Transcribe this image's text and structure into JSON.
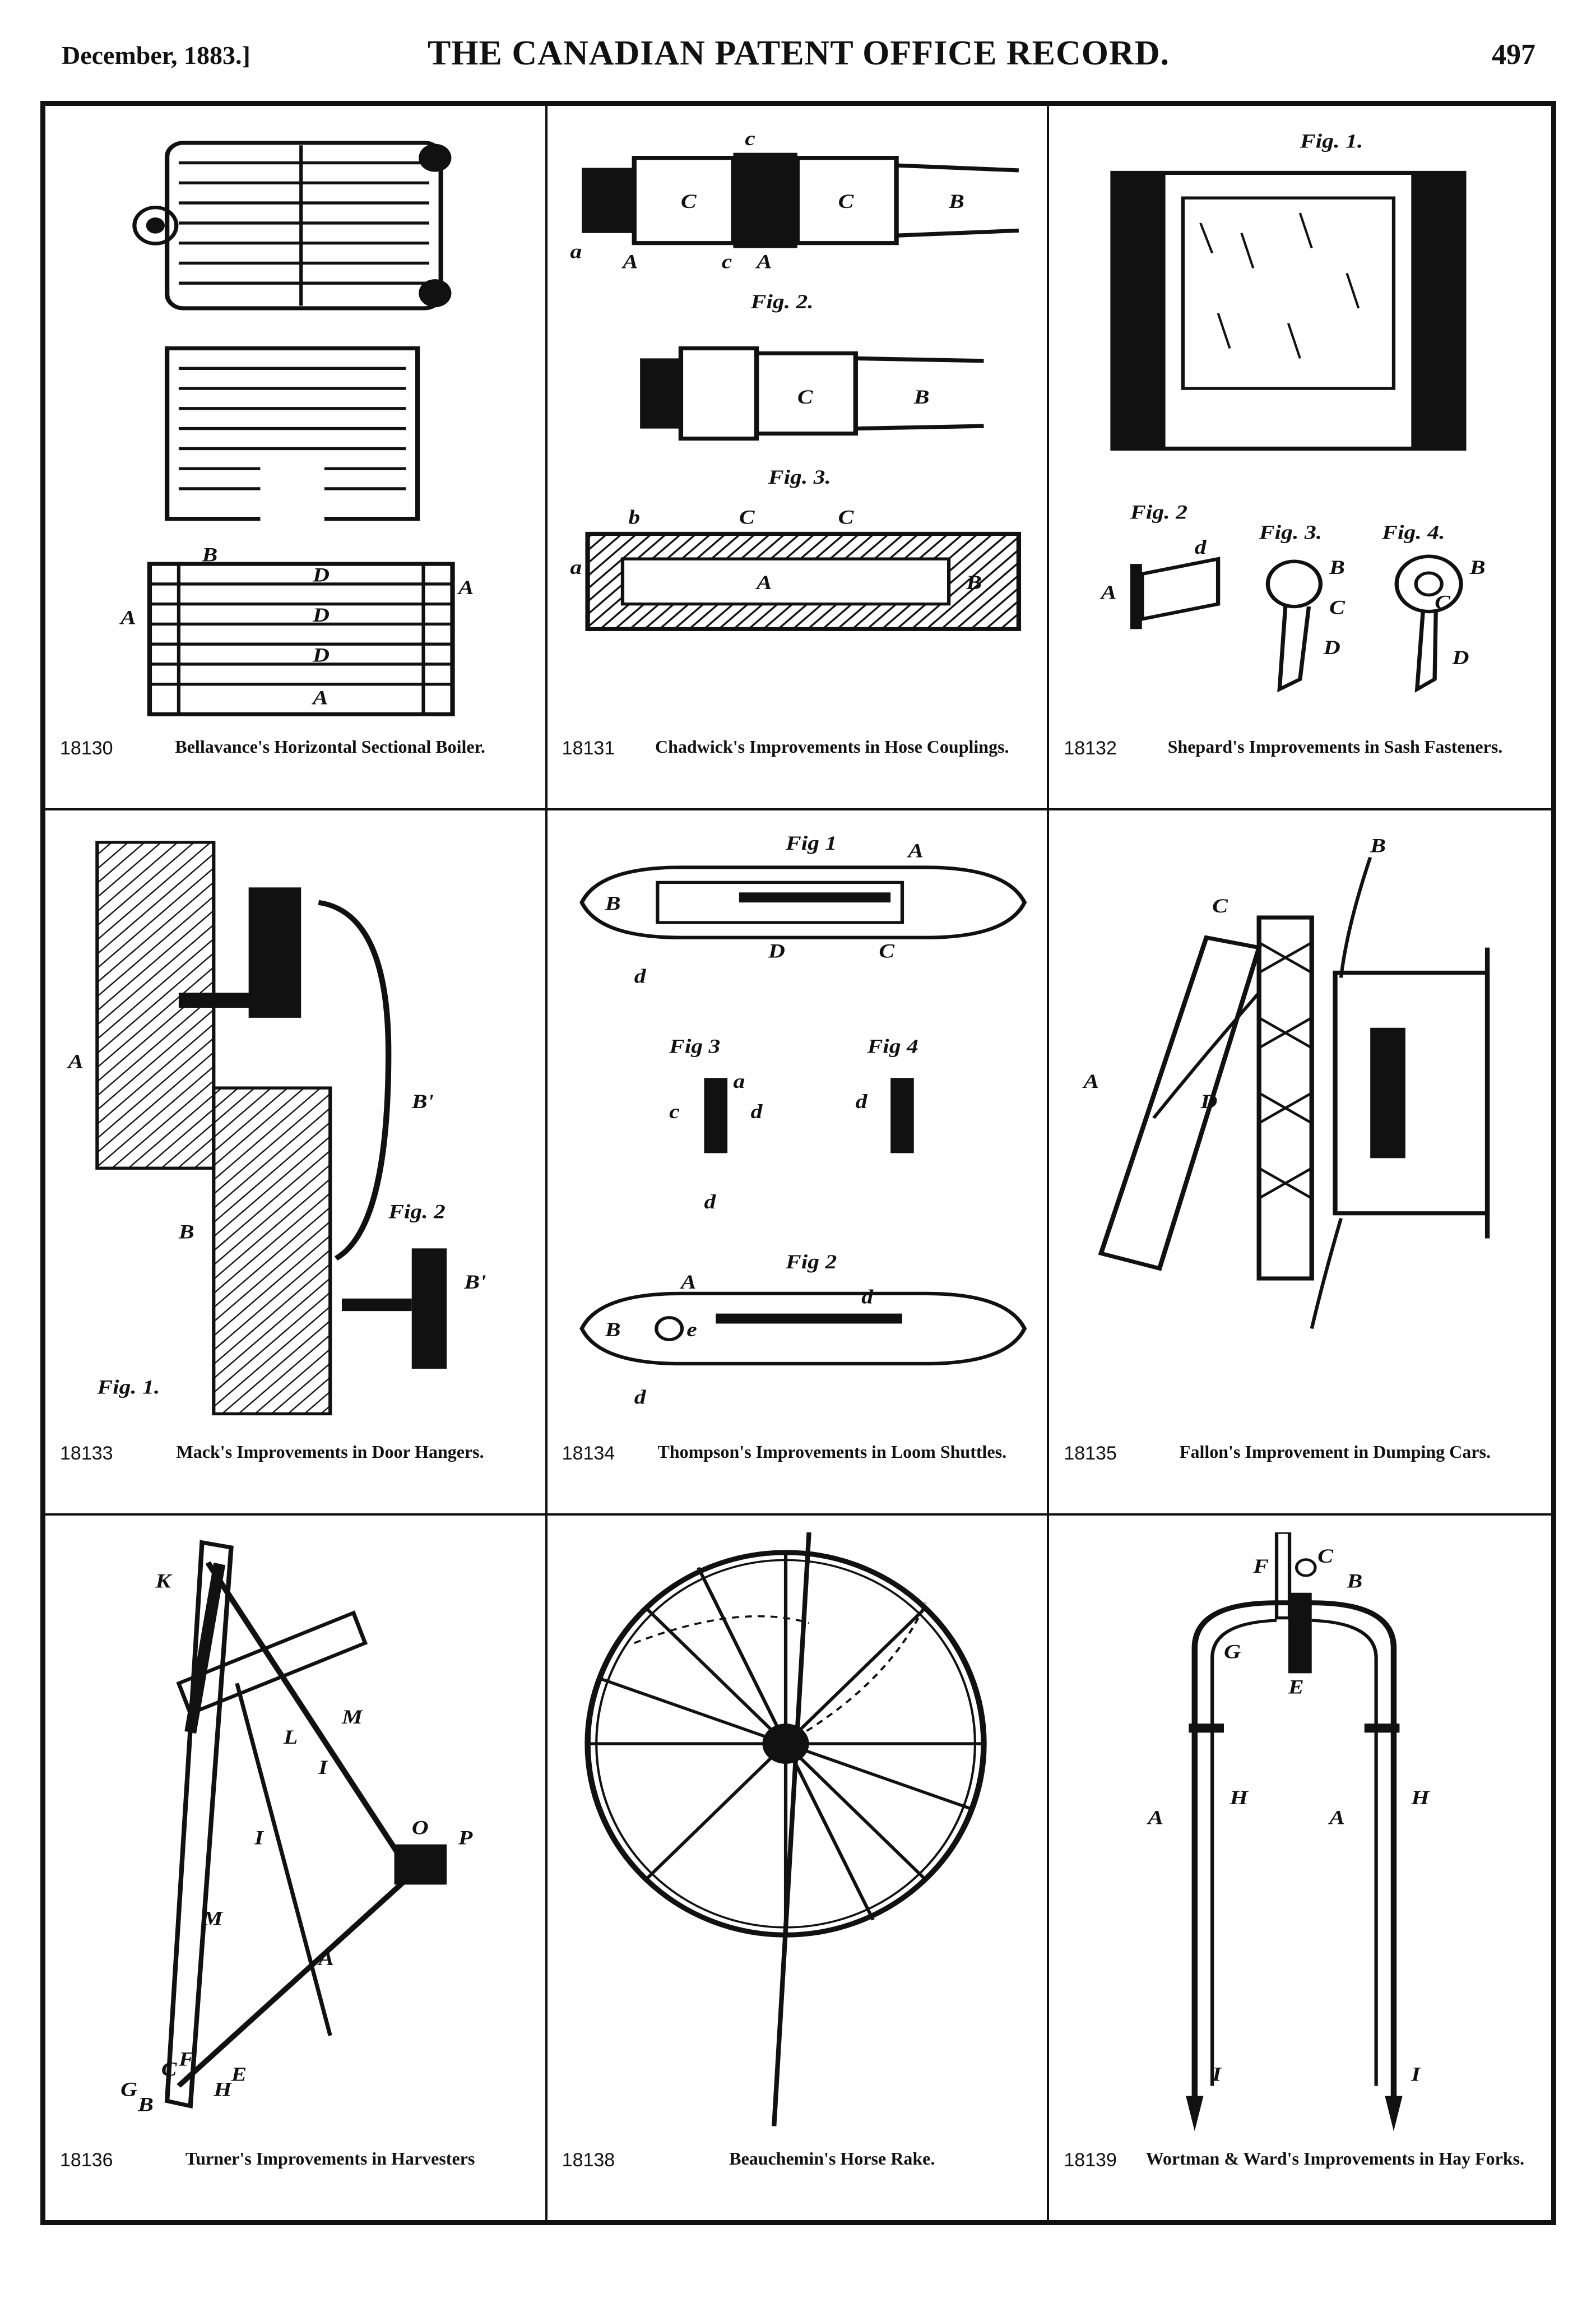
{
  "header": {
    "date": "December, 1883.]",
    "title": "THE CANADIAN PATENT OFFICE RECORD.",
    "page_number": "497"
  },
  "plates": [
    {
      "number": "18130",
      "title": "Bellavance's Horizontal Sectional Boiler.",
      "figure_labels": [
        "B",
        "D",
        "D",
        "D",
        "A",
        "A",
        "A"
      ]
    },
    {
      "number": "18131",
      "title": "Chadwick's Improvements in Hose Couplings.",
      "figure_labels": [
        "c",
        "C",
        "C",
        "B",
        "a",
        "A",
        "c",
        "A",
        "Fig. 2.",
        "C",
        "B",
        "Fig. 3.",
        "C",
        "C",
        "A",
        "B",
        "a",
        "b"
      ]
    },
    {
      "number": "18132",
      "title": "Shepard's Improvements in Sash Fasteners.",
      "figure_labels": [
        "Fig. 1.",
        "Fig. 2",
        "Fig. 3.",
        "Fig. 4.",
        "A",
        "d",
        "B",
        "C",
        "B",
        "C",
        "D",
        "D"
      ]
    },
    {
      "number": "18133",
      "title": "Mack's Improvements in Door Hangers.",
      "figure_labels": [
        "A",
        "B",
        "B'",
        "Fig. 2",
        "Fig. 1.",
        "B'"
      ]
    },
    {
      "number": "18134",
      "title": "Thompson's Improvements in Loom Shuttles.",
      "figure_labels": [
        "Fig 1",
        "B",
        "D",
        "C",
        "A",
        "d",
        "Fig 3",
        "Fig 4",
        "a",
        "d",
        "c",
        "d",
        "d",
        "Fig 2",
        "A",
        "B",
        "e",
        "d",
        "d"
      ]
    },
    {
      "number": "18135",
      "title": "Fallon's Improvement in Dumping Cars.",
      "figure_labels": [
        "B",
        "C",
        "A",
        "D"
      ]
    },
    {
      "number": "18136",
      "title": "Turner's Improvements in Harvesters",
      "figure_labels": [
        "K",
        "M",
        "L",
        "I",
        "I",
        "O",
        "P",
        "A",
        "M",
        "B",
        "C",
        "F",
        "H",
        "E",
        "G"
      ]
    },
    {
      "number": "18138",
      "title": "Beauchemin's Horse Rake.",
      "figure_labels": []
    },
    {
      "number": "18139",
      "title": "Wortman & Ward's Improvements in Hay Forks.",
      "figure_labels": [
        "F",
        "C",
        "B",
        "G",
        "E",
        "A",
        "H",
        "A",
        "H",
        "I",
        "I"
      ]
    }
  ]
}
